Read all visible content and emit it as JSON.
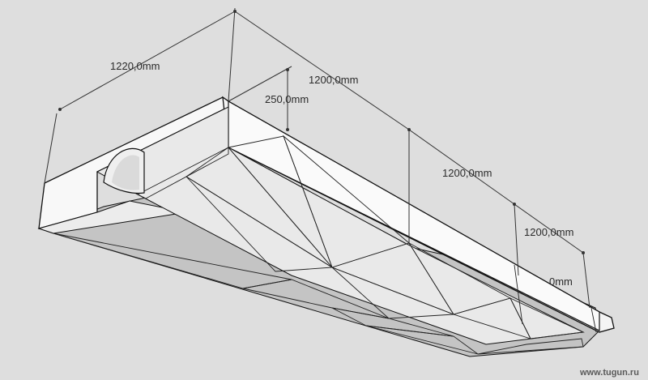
{
  "diagram": {
    "dimensions": [
      {
        "id": "width",
        "label": "1220,0mm"
      },
      {
        "id": "height",
        "label": "250,0mm"
      },
      {
        "id": "section-1",
        "label": "1200,0mm"
      },
      {
        "id": "section-2",
        "label": "1200,0mm"
      },
      {
        "id": "section-3",
        "label": "1200,0mm"
      },
      {
        "id": "section-4",
        "label": "0mm"
      }
    ],
    "colors": {
      "background": "#dedede",
      "face_light": "#f7f7f7",
      "face_mid": "#e6e6e6",
      "face_dark": "#b9b9b9",
      "edge": "#111111"
    }
  },
  "watermark": {
    "text": "www.tugun.ru"
  }
}
